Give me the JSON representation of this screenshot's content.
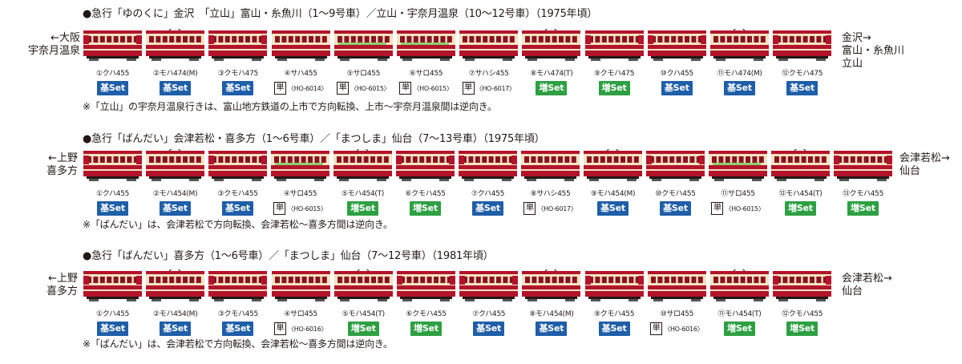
{
  "formations": [
    {
      "title": "●急行「ゆのくに」金沢　「立山」富山・糸魚川（1〜9号車）／立山・宇奈月温泉（10〜12号車）（1975年頃）",
      "left_dest": [
        "←大阪",
        "宇奈月温泉"
      ],
      "right_dest": [
        "金沢→",
        "富山・糸魚川",
        "立山"
      ],
      "note": "※「立山」の宇奈月温泉行きは、富山地方鉄道の上市で方向転換、上市〜宇奈月温泉間は逆向き。",
      "cars": [
        {
          "label": "①クハ455",
          "body": "cab",
          "badge": "基Set",
          "badge_type": "kihon"
        },
        {
          "label": "②モハ474(M)",
          "body": "motor",
          "badge": "基Set",
          "badge_type": "kihon"
        },
        {
          "label": "③クモハ475",
          "body": "cab",
          "badge": "基Set",
          "badge_type": "kihon"
        },
        {
          "label": "④サハ455",
          "body": "plain",
          "badge": "単",
          "code": "〈HO-6014〉",
          "badge_type": "tan"
        },
        {
          "label": "⑤サロ455",
          "body": "green",
          "badge": "単",
          "code": "〈HO-6015〉",
          "badge_type": "tan"
        },
        {
          "label": "⑥サロ455",
          "body": "green",
          "badge": "単",
          "code": "〈HO-6015〉",
          "badge_type": "tan"
        },
        {
          "label": "⑦サハシ455",
          "body": "plain",
          "badge": "単",
          "code": "〈HO-6017〉",
          "badge_type": "tan"
        },
        {
          "label": "⑧モハ474(T)",
          "body": "motor",
          "badge": "増Set",
          "badge_type": "zou"
        },
        {
          "label": "⑨クモハ475",
          "body": "cab",
          "badge": "増Set",
          "badge_type": "zou"
        },
        {
          "label": "⑩クハ455",
          "body": "cab",
          "badge": "基Set",
          "badge_type": "kihon"
        },
        {
          "label": "⑪モハ474(M)",
          "body": "motor",
          "badge": "基Set",
          "badge_type": "kihon"
        },
        {
          "label": "⑫クモハ475",
          "body": "cab",
          "badge": "基Set",
          "badge_type": "kihon"
        }
      ]
    },
    {
      "title": "●急行「ばんだい」会津若松・喜多方（1〜6号車）／「まつしま」仙台（7〜13号車）（1975年頃）",
      "left_dest": [
        "←上野",
        "喜多方"
      ],
      "right_dest": [
        "会津若松→",
        "仙台"
      ],
      "note": "※「ばんだい」は、会津若松で方向転換、会津若松〜喜多方間は逆向き。",
      "cars": [
        {
          "label": "①クハ455",
          "body": "cab",
          "badge": "基Set",
          "badge_type": "kihon"
        },
        {
          "label": "②モハ454(M)",
          "body": "motor",
          "badge": "基Set",
          "badge_type": "kihon"
        },
        {
          "label": "③クモハ455",
          "body": "cab",
          "badge": "基Set",
          "badge_type": "kihon"
        },
        {
          "label": "④サロ455",
          "body": "green",
          "badge": "単",
          "code": "〈HO-6015〉",
          "badge_type": "tan"
        },
        {
          "label": "⑤モハ454(T)",
          "body": "motor",
          "badge": "増Set",
          "badge_type": "zou"
        },
        {
          "label": "⑥クモハ455",
          "body": "cab",
          "badge": "増Set",
          "badge_type": "zou"
        },
        {
          "label": "⑦クハ455",
          "body": "cab",
          "badge": "基Set",
          "badge_type": "kihon"
        },
        {
          "label": "⑧サハシ455",
          "body": "plain",
          "badge": "単",
          "code": "〈HO-6017〉",
          "badge_type": "tan"
        },
        {
          "label": "⑨モハ454(M)",
          "body": "motor",
          "badge": "基Set",
          "badge_type": "kihon"
        },
        {
          "label": "⑩クモハ455",
          "body": "cab",
          "badge": "基Set",
          "badge_type": "kihon"
        },
        {
          "label": "⑪サロ455",
          "body": "green",
          "badge": "単",
          "code": "〈HO-6015〉",
          "badge_type": "tan"
        },
        {
          "label": "⑫モハ454(T)",
          "body": "motor",
          "badge": "増Set",
          "badge_type": "zou"
        },
        {
          "label": "⑬クモハ455",
          "body": "cab",
          "badge": "増Set",
          "badge_type": "zou"
        }
      ]
    },
    {
      "title": "●急行「ばんだい」喜多方（1〜6号車）／「まつしま」仙台（7〜12号車）（1981年頃）",
      "left_dest": [
        "←上野",
        "喜多方"
      ],
      "right_dest": [
        "会津若松→",
        "仙台"
      ],
      "note": "※「ばんだい」は、会津若松で方向転換、会津若松〜喜多方間は逆向き。",
      "cars": [
        {
          "label": "①クハ455",
          "body": "cab",
          "badge": "基Set",
          "badge_type": "kihon"
        },
        {
          "label": "②モハ454(M)",
          "body": "motor",
          "badge": "基Set",
          "badge_type": "kihon"
        },
        {
          "label": "③クモハ455",
          "body": "cab",
          "badge": "基Set",
          "badge_type": "kihon"
        },
        {
          "label": "④サロ455",
          "body": "plain",
          "badge": "単",
          "code": "〈HO-6016〉",
          "badge_type": "tan"
        },
        {
          "label": "⑤モハ454(T)",
          "body": "motor",
          "badge": "増Set",
          "badge_type": "zou"
        },
        {
          "label": "⑥クモハ455",
          "body": "cab",
          "badge": "増Set",
          "badge_type": "zou"
        },
        {
          "label": "⑦クハ455",
          "body": "cab",
          "badge": "基Set",
          "badge_type": "kihon"
        },
        {
          "label": "⑧モハ454(M)",
          "body": "motor",
          "badge": "基Set",
          "badge_type": "kihon"
        },
        {
          "label": "⑨クモハ455",
          "body": "cab",
          "badge": "基Set",
          "badge_type": "kihon"
        },
        {
          "label": "⑩サロ455",
          "body": "plain",
          "badge": "単",
          "code": "〈HO-6016〉",
          "badge_type": "tan"
        },
        {
          "label": "⑪モハ454(T)",
          "body": "motor",
          "badge": "増Set",
          "badge_type": "zou"
        },
        {
          "label": "⑫クモハ455",
          "body": "cab",
          "badge": "増Set",
          "badge_type": "zou"
        }
      ]
    }
  ],
  "colors": {
    "body_cream": "#f4e4c1",
    "body_red": "#b3142b",
    "green_stripe": "#8fce6e",
    "kihon": "#1f5ea8",
    "zou": "#2ea043"
  }
}
